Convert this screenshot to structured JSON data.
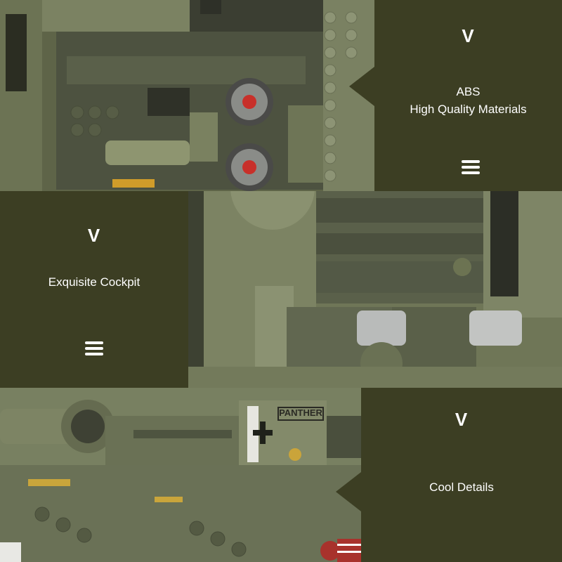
{
  "sections": [
    {
      "id": "top",
      "marker": "V",
      "caption_lines": [
        "ABS",
        "High Quality Materials"
      ],
      "menu_icon": "menu-icon"
    },
    {
      "id": "middle",
      "marker": "V",
      "caption_lines": [
        "Exquisite Cockpit"
      ],
      "menu_icon": "menu-icon"
    },
    {
      "id": "bottom",
      "marker": "V",
      "caption_lines": [
        "Cool Details"
      ]
    }
  ],
  "photo_details": {
    "tank_label": "PANTHER"
  },
  "colors": {
    "panel_bg": "#3c3e23",
    "brick_green": "#6f7657",
    "brick_dark": "#4e5440",
    "accent_red": "#c8302a"
  }
}
